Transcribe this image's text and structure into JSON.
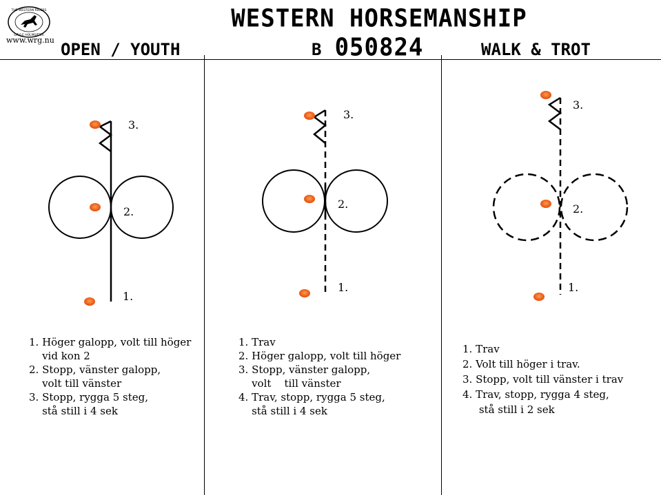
{
  "header": {
    "title": "WESTERN HORSEMANSHIP 050824",
    "logo_text_top": "THE WESTERN RIDERS",
    "logo_text_bottom": "GÄVLE HOLMSÄTER",
    "logo_url": "www.wrg.nu"
  },
  "columns": [
    {
      "heading": "OPEN / YOUTH",
      "markers": [
        "3.",
        "2.",
        "1."
      ],
      "instructions": [
        "1. Höger galopp, volt till höger",
        "    vid kon 2",
        "2. Stopp, vänster galopp,",
        "    volt till vänster",
        "3. Stopp, rygga 5 steg,",
        "    stå still i 4 sek"
      ]
    },
    {
      "heading": "B",
      "markers": [
        "3.",
        "2.",
        "1."
      ],
      "instructions": [
        "1. Trav",
        "2. Höger galopp, volt till höger",
        "3. Stopp, vänster galopp,",
        "    volt    till vänster",
        "4. Trav, stopp, rygga 5 steg,",
        "    stå still i 4 sek"
      ]
    },
    {
      "heading": "WALK & TROT",
      "markers": [
        "3.",
        "2.",
        "1."
      ],
      "instructions": [
        "1. Trav",
        "2. Volt till höger i trav.",
        "3. Stopp, volt till vänster i trav",
        "4. Trav, stopp, rygga 4 steg,",
        "     stå still i 2 sek"
      ]
    }
  ],
  "colors": {
    "cone_outer": "#e8510f",
    "cone_inner": "#ff8a3a",
    "line": "#000000"
  }
}
